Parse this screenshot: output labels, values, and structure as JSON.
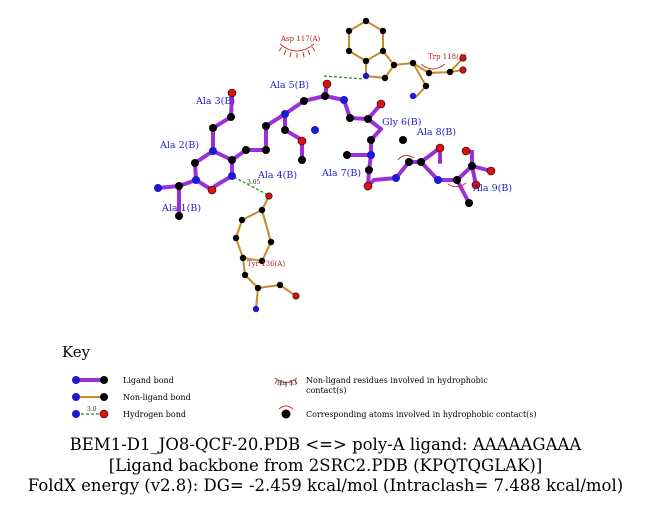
{
  "ligand_labels": {
    "ala1": "Ala 1(B)",
    "ala2": "Ala 2(B)",
    "ala3": "Ala 3(B)",
    "ala4": "Ala 4(B)",
    "ala5": "Ala 5(B)",
    "gly6": "Gly 6(B)",
    "ala7": "Ala 7(B)",
    "ala8": "Ala 8(B)",
    "ala9": "Ala 9(B)"
  },
  "residue_labels": {
    "asp117": "Asp 117(A)",
    "trp118": "Trp 118(A)",
    "tyr136": "Tyr 136(A)"
  },
  "hb_distance": "3.05",
  "key": {
    "title": "Key",
    "ligand_bond": "Ligand bond",
    "nonligand_bond": "Non-ligand bond",
    "hydrogen_bond": "Hydrogen bond",
    "hb_example_distance": "3.0",
    "hydrophobic_example": "His 53",
    "hydrophobic_line1": "Non-ligand residues involved in hydrophobic",
    "hydrophobic_line2": "contact(s)",
    "corresponding_atoms": "Corresponding atoms involved in hydrophobic contact(s)"
  },
  "caption": {
    "line1": "BEM1-D1_JO8-QCF-20.PDB <=> poly-A ligand: AAAAAGAAA",
    "line2": "[Ligand backbone from 2SRC2.PDB (KPQTQGLAK)]",
    "line3": "FoldX energy (v2.8): DG= -2.459 kcal/mol (Intraclash= 7.488 kcal/mol)"
  },
  "colors": {
    "ligand_bond": "#9b30d8",
    "nonligand_bond": "#c98a2b",
    "hbond": "#2a8a2a",
    "carbon": "#000000",
    "nitrogen": "#1a1ad0",
    "oxygen": "#e01010",
    "hydrophobic": "#c0392b"
  }
}
